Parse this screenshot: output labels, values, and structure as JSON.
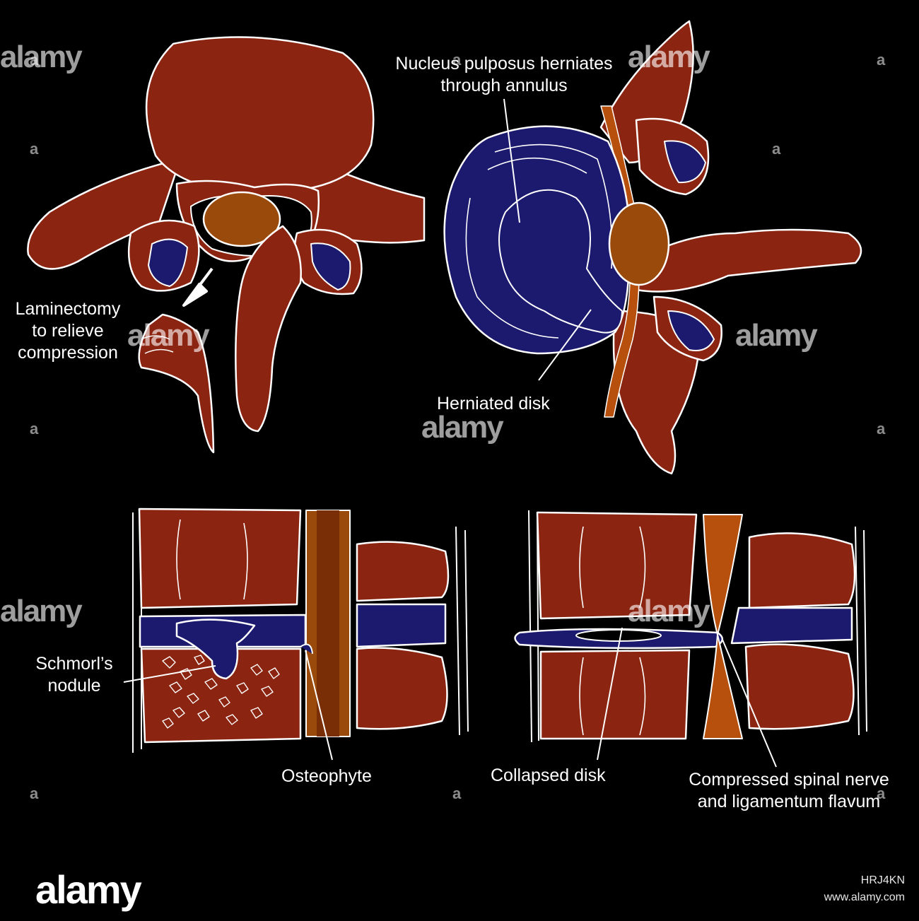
{
  "labels": {
    "nucleus_line1": "Nucleus pulposus herniates",
    "nucleus_line2": "through annulus",
    "laminectomy_line1": "Laminectomy",
    "laminectomy_line2": "to relieve",
    "laminectomy_line3": "compression",
    "herniated_disk": "Herniated disk",
    "schmorls_line1": "Schmorl’s",
    "schmorls_line2": "nodule",
    "osteophyte": "Osteophyte",
    "collapsed_disk": "Collapsed disk",
    "compressed_line1": "Compressed spinal nerve",
    "compressed_line2": "and ligamentum flavum"
  },
  "watermark": {
    "brand": "alamy",
    "mark": "a",
    "image_code": "HRJ4KN",
    "site": "www.alamy.com"
  },
  "colors": {
    "background": "#000000",
    "bone": "#8b2410",
    "disk": "#1b1a6e",
    "cord": "#9a4a0a",
    "nerve": "#b8500d",
    "outline": "#ffffff"
  }
}
